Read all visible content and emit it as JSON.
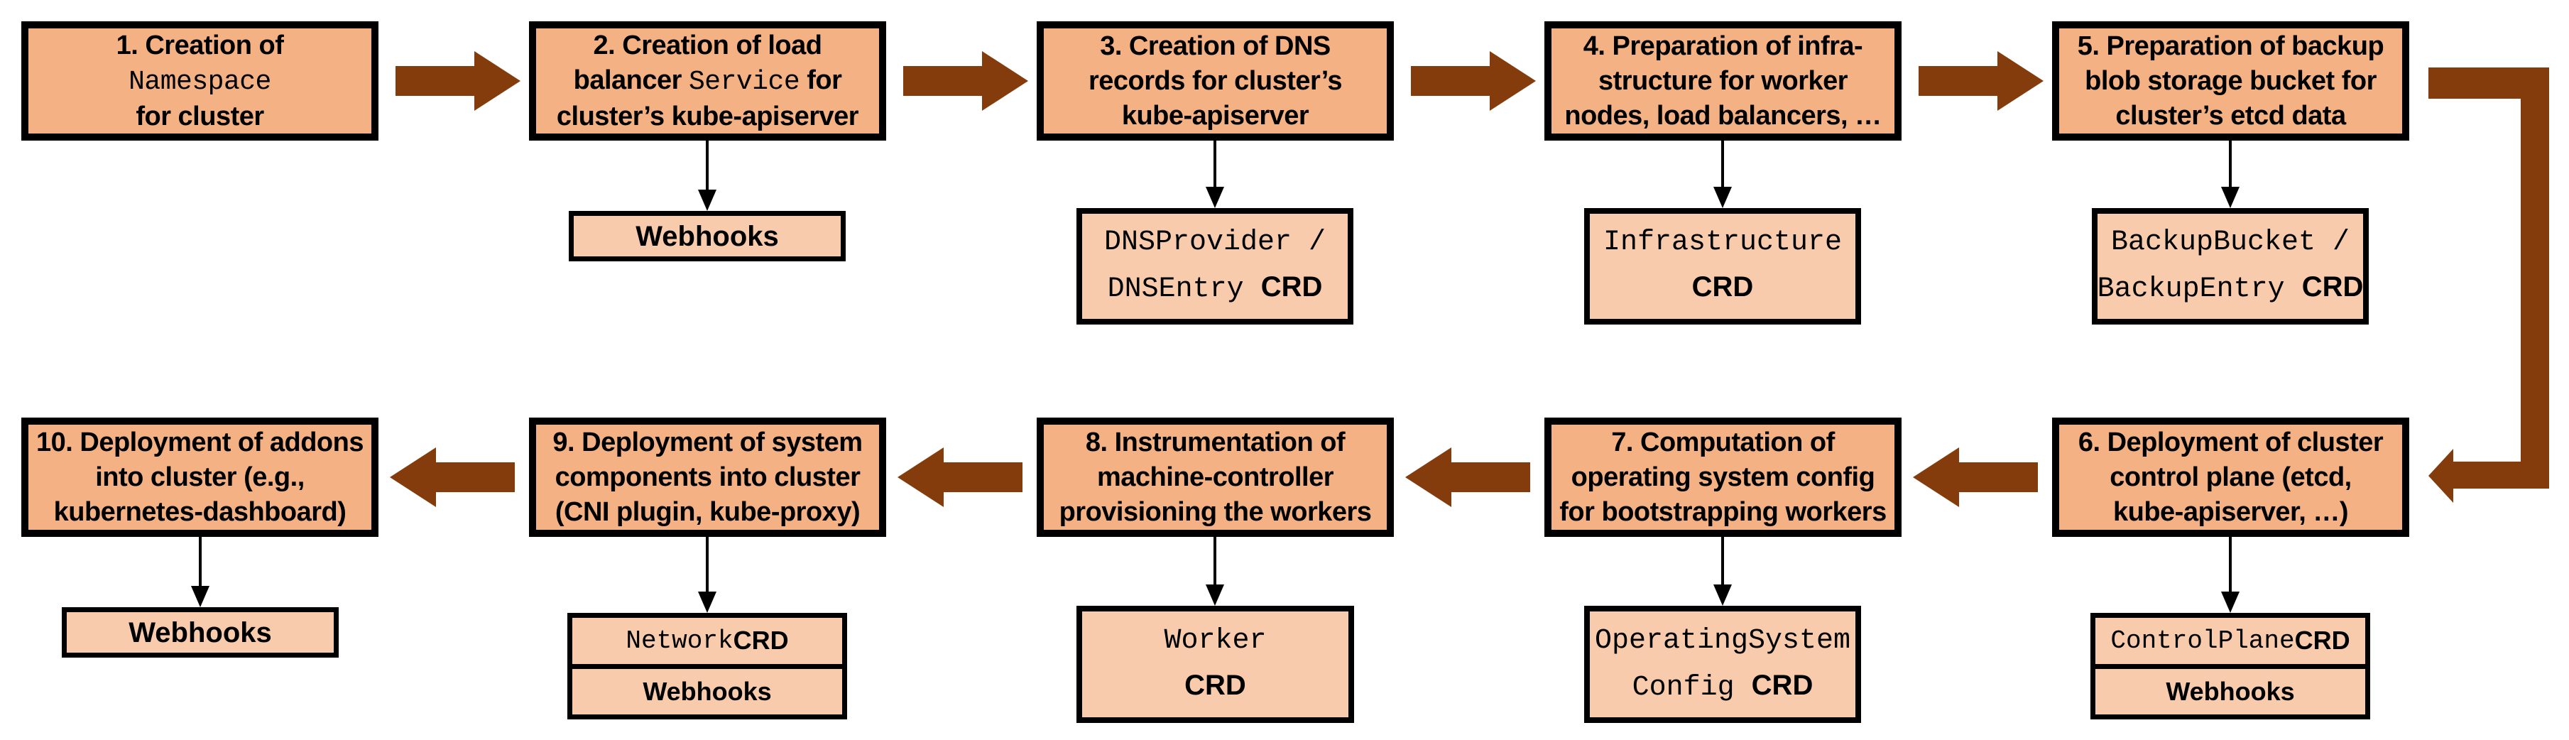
{
  "colors": {
    "background": "#FFFFFF",
    "box_fill": "#F4B183",
    "sub_fill": "#F8CBAD",
    "arrow": "#843C0C",
    "border": "#000000",
    "text": "#000000"
  },
  "steps": [
    {
      "n": "1",
      "box_lines": [
        [
          {
            "t": "1. Creation of",
            "style": "plain"
          }
        ],
        [
          {
            "t": "Namespace",
            "style": "mono"
          }
        ],
        [
          {
            "t": "for cluster",
            "style": "plain"
          }
        ]
      ]
    },
    {
      "n": "2",
      "box_lines": [
        [
          {
            "t": "2. Creation of load",
            "style": "plain"
          }
        ],
        [
          {
            "t": "balancer ",
            "style": "plain"
          },
          {
            "t": "Service",
            "style": "mono"
          },
          {
            "t": " for",
            "style": "plain"
          }
        ],
        [
          {
            "t": "cluster’s kube-apiserver",
            "style": "plain"
          }
        ]
      ],
      "sub_rows": [
        [
          {
            "t": "Webhooks",
            "style": "plain"
          }
        ]
      ]
    },
    {
      "n": "3",
      "box_lines": [
        [
          {
            "t": "3. Creation of DNS",
            "style": "plain"
          }
        ],
        [
          {
            "t": "records for cluster’s",
            "style": "plain"
          }
        ],
        [
          {
            "t": "kube-apiserver",
            "style": "plain"
          }
        ]
      ],
      "sub_rows": [
        [
          {
            "t": "DNSProvider /",
            "style": "mono"
          }
        ],
        [
          {
            "t": "DNSEntry ",
            "style": "mono"
          },
          {
            "t": "CRD",
            "style": "crd"
          }
        ]
      ]
    },
    {
      "n": "4",
      "box_lines": [
        [
          {
            "t": "4. Preparation of infra-",
            "style": "plain"
          }
        ],
        [
          {
            "t": "structure for worker",
            "style": "plain"
          }
        ],
        [
          {
            "t": "nodes, load balancers, …",
            "style": "plain"
          }
        ]
      ],
      "sub_rows": [
        [
          {
            "t": "Infrastructure",
            "style": "mono"
          }
        ],
        [
          {
            "t": "CRD",
            "style": "crd"
          }
        ]
      ]
    },
    {
      "n": "5",
      "box_lines": [
        [
          {
            "t": "5. Preparation of backup",
            "style": "plain"
          }
        ],
        [
          {
            "t": "blob storage bucket for",
            "style": "plain"
          }
        ],
        [
          {
            "t": "cluster’s etcd data",
            "style": "plain"
          }
        ]
      ],
      "sub_rows": [
        [
          {
            "t": "BackupBucket /",
            "style": "mono"
          }
        ],
        [
          {
            "t": "BackupEntry ",
            "style": "mono"
          },
          {
            "t": "CRD",
            "style": "crd"
          }
        ]
      ]
    },
    {
      "n": "6",
      "box_lines": [
        [
          {
            "t": "6. Deployment of cluster",
            "style": "plain"
          }
        ],
        [
          {
            "t": "control plane (etcd,",
            "style": "plain"
          }
        ],
        [
          {
            "t": "kube-apiserver, …)",
            "style": "plain"
          }
        ]
      ],
      "sub_rows": [
        [
          {
            "t": "ControlPlane ",
            "style": "mono"
          },
          {
            "t": "CRD",
            "style": "crd"
          }
        ],
        [
          {
            "t": "Webhooks",
            "style": "plain"
          }
        ]
      ]
    },
    {
      "n": "7",
      "box_lines": [
        [
          {
            "t": "7. Computation of",
            "style": "plain"
          }
        ],
        [
          {
            "t": "operating system config",
            "style": "plain"
          }
        ],
        [
          {
            "t": "for bootstrapping workers",
            "style": "plain"
          }
        ]
      ],
      "sub_rows": [
        [
          {
            "t": "OperatingSystem",
            "style": "mono"
          }
        ],
        [
          {
            "t": "Config ",
            "style": "mono"
          },
          {
            "t": "CRD",
            "style": "crd"
          }
        ]
      ]
    },
    {
      "n": "8",
      "box_lines": [
        [
          {
            "t": "8. Instrumentation of",
            "style": "plain"
          }
        ],
        [
          {
            "t": "machine-controller",
            "style": "plain"
          }
        ],
        [
          {
            "t": "provisioning the workers",
            "style": "plain"
          }
        ]
      ],
      "sub_rows": [
        [
          {
            "t": "Worker",
            "style": "mono"
          }
        ],
        [
          {
            "t": "CRD",
            "style": "crd"
          }
        ]
      ]
    },
    {
      "n": "9",
      "box_lines": [
        [
          {
            "t": "9. Deployment of system",
            "style": "plain"
          }
        ],
        [
          {
            "t": "components into cluster",
            "style": "plain"
          }
        ],
        [
          {
            "t": "(CNI plugin, kube-proxy)",
            "style": "plain"
          }
        ]
      ],
      "sub_rows": [
        [
          {
            "t": "Network ",
            "style": "mono"
          },
          {
            "t": "CRD",
            "style": "crd"
          }
        ],
        [
          {
            "t": "Webhooks",
            "style": "plain"
          }
        ]
      ]
    },
    {
      "n": "10",
      "box_lines": [
        [
          {
            "t": "10. Deployment of addons",
            "style": "plain"
          }
        ],
        [
          {
            "t": "into cluster (e.g.,",
            "style": "plain"
          }
        ],
        [
          {
            "t": "kubernetes-dashboard)",
            "style": "plain"
          }
        ]
      ],
      "sub_rows": [
        [
          {
            "t": "Webhooks",
            "style": "plain"
          }
        ]
      ]
    }
  ]
}
